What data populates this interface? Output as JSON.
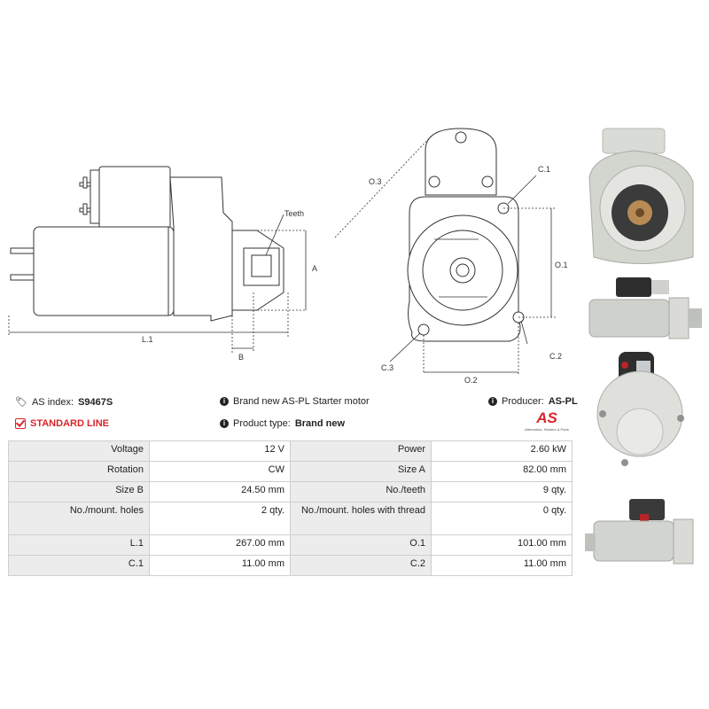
{
  "drawing": {
    "labels": {
      "teeth": "Teeth",
      "a": "A",
      "b": "B",
      "l1": "L.1",
      "o1": "O.1",
      "o2": "O.2",
      "o3": "O.3",
      "c1": "C.1",
      "c2": "C.2",
      "c3": "C.3"
    }
  },
  "info": {
    "as_index_label": "AS index:",
    "as_index_value": "S9467S",
    "line": "STANDARD LINE",
    "description": "Brand new AS-PL Starter motor",
    "product_type_label": "Product type:",
    "product_type_value": "Brand new",
    "producer_label": "Producer:",
    "producer_value": "AS-PL"
  },
  "logo": {
    "text": "AS",
    "tagline": "Alternators, Starters & Parts"
  },
  "specs": [
    {
      "l1": "Voltage",
      "v1": "12 V",
      "l2": "Power",
      "v2": "2.60 kW"
    },
    {
      "l1": "Rotation",
      "v1": "CW",
      "l2": "Size A",
      "v2": "82.00 mm"
    },
    {
      "l1": "Size B",
      "v1": "24.50 mm",
      "l2": "No./teeth",
      "v2": "9 qty."
    },
    {
      "l1": "No./mount. holes",
      "v1": "2 qty.",
      "l2": "No./mount. holes with thread",
      "v2": "0 qty."
    },
    {
      "l1": "L.1",
      "v1": "267.00 mm",
      "l2": "O.1",
      "v2": "101.00 mm"
    },
    {
      "l1": "C.1",
      "v1": "11.00 mm",
      "l2": "C.2",
      "v2": "11.00 mm"
    }
  ],
  "colors": {
    "accent": "#d9252a"
  }
}
